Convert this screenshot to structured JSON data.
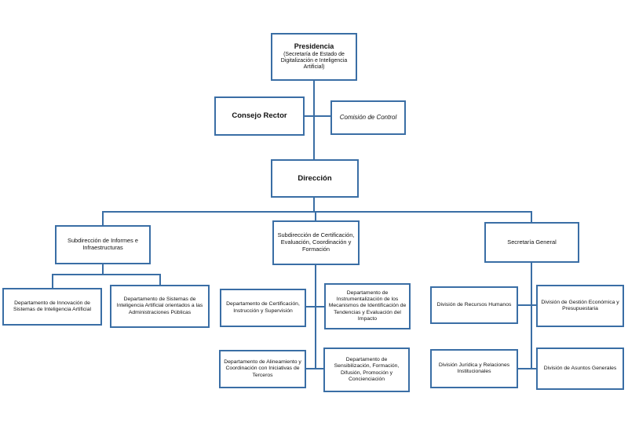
{
  "diagram": {
    "type": "org-chart",
    "accent_color": "#3A6EA5",
    "nodes": {
      "presidencia": {
        "title": "Presidencia",
        "subtitle": "(Secretaría de Estado de Digitalización e Inteligencia Artificial)"
      },
      "consejo_rector": "Consejo Rector",
      "comision_control": "Comisión de Control",
      "direccion": "Dirección",
      "sub_informes": "Subdirección de Informes e Infraestructuras",
      "sub_certificacion": "Subdirección de Certificación, Evaluación, Coordinación y Formación",
      "secretaria_general": "Secretaría General",
      "dept_innovacion": "Departamento de Innovación de Sistemas de Inteligencia Artificial",
      "dept_sistemas": "Departamento de Sistemas de Inteligencia Artificial orientados a las Administraciones Públicas",
      "dept_certificacion": "Departamento de Certificación, Instrucción y Supervisión",
      "dept_instrumentalizacion": "Departamento de Instrumentalización de los Mecanismos de Identificación de Tendencias y Evaluación del Impacto",
      "dept_alineamiento": "Departamento de Alineamiento y Coordinación con Iniciativas de Terceros",
      "dept_sensibilizacion": "Departamento de Sensibilización, Formación, Difusión, Promoción y Concienciación",
      "div_recursos_humanos": "División de Recursos Humanos",
      "div_gestion_economica": "División de Gestión Económica y Presupuestaria",
      "div_juridica": "División Jurídica y Relaciones Institucionales",
      "div_asuntos_generales": "División de Asuntos Generales"
    }
  }
}
